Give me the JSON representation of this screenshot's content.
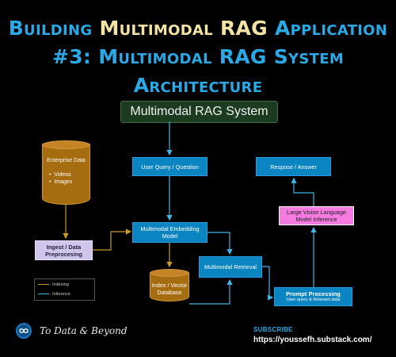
{
  "title": {
    "line1_prefix": "Building ",
    "line1_highlight": "Multimodal RAG",
    "line1_suffix": " Application",
    "line2": "#3: Multimodal RAG System",
    "line3": "Architecture"
  },
  "diagram": {
    "header": "Multimodal RAG System",
    "enterprise_data": {
      "title": "Enterprise Data",
      "items": [
        "Videos",
        "Images"
      ]
    },
    "ingest": "Ingest / Data Preprocesing",
    "user_query": "User Query / Question",
    "embedding": "Multimodal Embedding Model",
    "index_db": "Index / Vector Database",
    "retrieval": "Multimodal Retrieval",
    "prompt": {
      "title": "Prompt Processing",
      "subtitle": "User query & Relevant data"
    },
    "lvlm": "Large Vision Language Model Inference",
    "response": "Respose / Answer",
    "legend": {
      "indexing": "Indexing",
      "inference": "Inference"
    }
  },
  "footer": {
    "logo_text": "To Data & Beyond",
    "subscribe": "SUBSCRIBE",
    "url": "https://youssefh.substack.com/"
  },
  "colors": {
    "title_blue": "#29a9e6",
    "title_highlight": "#f3e3a5",
    "indexing_arrow": "#c89a2e",
    "inference_arrow": "#3fb3e6",
    "box_blue": "#0b84c2",
    "cylinder": "#a66c10",
    "lvlm_pink": "#f57be0",
    "ingest_lavender": "#d0c6ec"
  }
}
